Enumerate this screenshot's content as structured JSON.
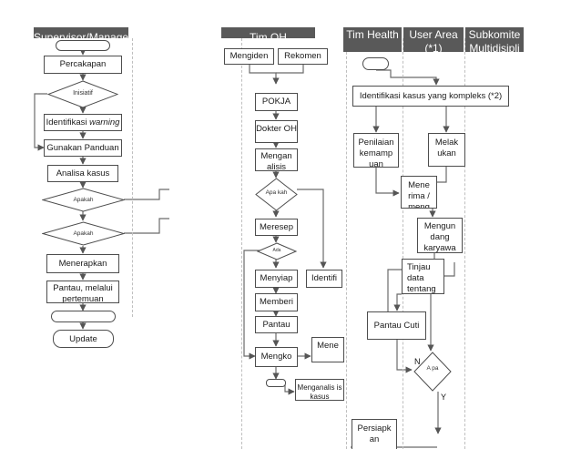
{
  "headers": {
    "supervisor": "Supervisor/Manage",
    "tim_oh": "Tim OH",
    "tim_health": "Tim Health",
    "user_area": "User Area (*1)",
    "subkomite": "Subkomite Multidisipli"
  },
  "col1": {
    "start": "",
    "percakapan": "Percakapan",
    "inisiatif": "Inisiatif",
    "identifikasi_prefix": "Identifikasi ",
    "identifikasi_italic": "warning",
    "gunakan": "Gunakan Panduan",
    "analisa": "Analisa kasus",
    "apakah1": "Apakah",
    "apakah2": "Apakah",
    "menerapkan": "Menerapkan",
    "pantau": "Pantau, melalui pertemuan berkala",
    "end": "",
    "update": "Update"
  },
  "col2": {
    "mengiden": "Mengiden",
    "rekomen": "Rekomen",
    "pokja": "POKJA",
    "dokter": "Dokter OH",
    "mengan": "Mengan alisis",
    "apa": "Apa kah",
    "meresep": "Meresep",
    "ada": "Ada",
    "menyiap": "Menyiap",
    "identifi": "Identifi",
    "memberi": "Memberi",
    "pantau": "Pantau",
    "mengko": "Mengko",
    "mene": "Mene",
    "menganalis": "Menganalis is kasus",
    "end": ""
  },
  "col3": {
    "start": "",
    "identifikasi": "Identifikasi kasus yang kompleks (*2)",
    "penilaian": "Penilaian kemamp uan",
    "melak": "Melak ukan",
    "menerima": "Mene rima / meng",
    "mengun": "Mengun dang karyawa",
    "tinjau": "Tinjau data tentang",
    "pantau_cuti": "Pantau Cuti",
    "a": "A pa",
    "n_label": "N",
    "y_label": "Y",
    "persiapkan": "Persiapk an"
  }
}
